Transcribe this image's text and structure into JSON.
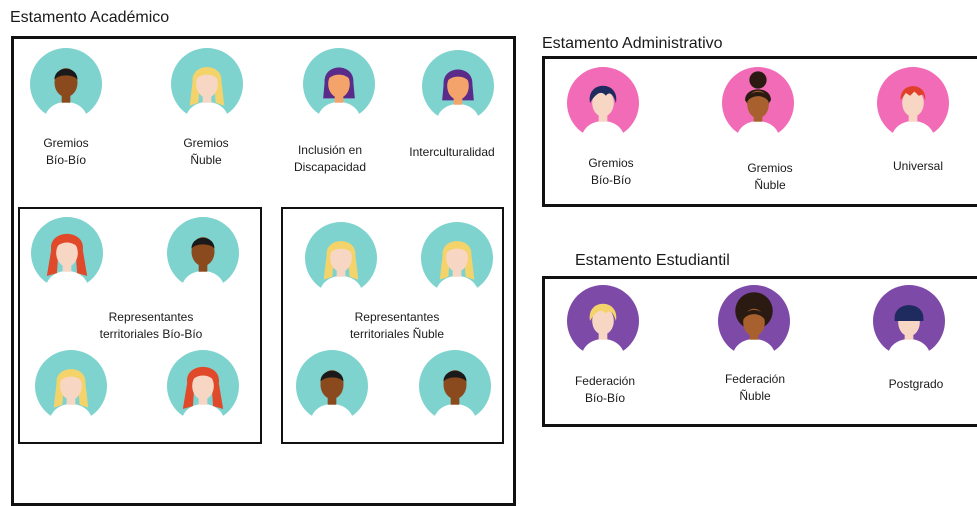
{
  "colors": {
    "teal": "#7fd3cf",
    "pink": "#f26bb6",
    "purple": "#7d4aa8",
    "border": "#111111"
  },
  "academico": {
    "title": "Estamento Académico",
    "gremios_biobio": [
      "Gremios",
      "Bío-Bío"
    ],
    "gremios_nuble": [
      "Gremios",
      "Ñuble"
    ],
    "inclusion": [
      "Inclusión en",
      "Discapacidad"
    ],
    "interculturalidad": "Interculturalidad",
    "rep_biobio": [
      "Representantes",
      "territoriales Bío-Bío"
    ],
    "rep_nuble": [
      "Representantes",
      "territoriales Ñuble"
    ]
  },
  "administrativo": {
    "title": "Estamento Administrativo",
    "gremios_biobio": [
      "Gremios",
      "Bío-Bío"
    ],
    "gremios_nuble": [
      "Gremios",
      "Ñuble"
    ],
    "universal": "Universal"
  },
  "estudiantil": {
    "title": "Estamento Estudiantil",
    "federacion_biobio": [
      "Federación",
      "Bío-Bío"
    ],
    "federacion_nuble": [
      "Federación",
      "Ñuble"
    ],
    "postgrado": "Postgrado"
  }
}
